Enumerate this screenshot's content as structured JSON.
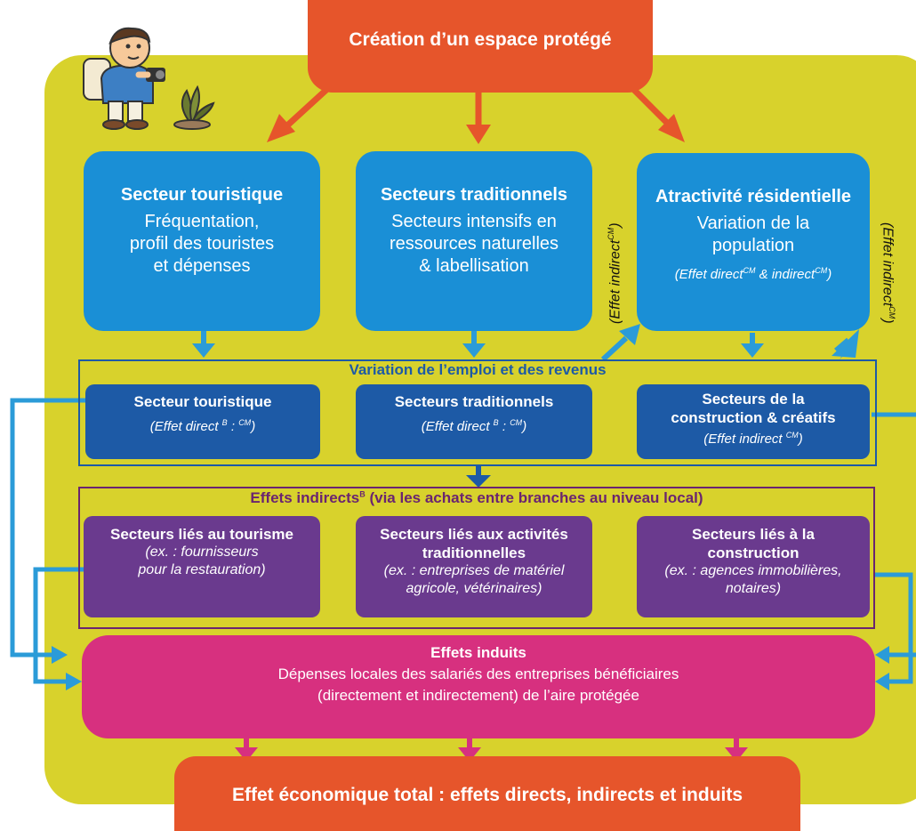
{
  "top": {
    "label": "Création d’un espace protégé"
  },
  "sectors": [
    {
      "title": "Secteur touristique",
      "lines": [
        "Fréquentation,",
        "profil des touristes",
        "et dépenses"
      ]
    },
    {
      "title": "Secteurs traditionnels",
      "lines": [
        "Secteurs intensifs en",
        "ressources naturelles",
        "& labellisation"
      ]
    },
    {
      "title": "Atractivité résidentielle",
      "lines": [
        "Variation de la",
        "population"
      ],
      "effect_a": "(Effet direct",
      "sup_a": "CM",
      "effect_b": " & indirect",
      "sup_b": "CM",
      "effect_c": ")"
    }
  ],
  "side_labels": {
    "left": {
      "text": "(Effet indirect",
      "sup": "CM",
      "close": ")"
    },
    "right": {
      "text": "(Effet indirect",
      "sup": "CM",
      "close": ")"
    }
  },
  "employment": {
    "title": "Variation de l’emploi et des revenus",
    "boxes": [
      {
        "title": "Secteur touristique",
        "eff": "(Effet direct ",
        "sup1": "B",
        "mid": " : ",
        "sup2": "CM",
        "end": ")"
      },
      {
        "title": "Secteurs traditionnels",
        "eff": "(Effet direct ",
        "sup1": "B",
        "mid": " : ",
        "sup2": "CM",
        "end": ")"
      },
      {
        "title1": "Secteurs de la",
        "title2": "construction & créatifs",
        "eff": "(Effet indirect ",
        "sup1": "CM",
        "end": ")"
      }
    ]
  },
  "indirect": {
    "title": "Effets indirects",
    "title_sup": "B",
    "title_rest": " (via les achats entre branches au niveau local)",
    "boxes": [
      {
        "title": [
          "Secteurs liés au tourisme"
        ],
        "example": [
          "(ex. : fournisseurs",
          "pour la restauration)"
        ]
      },
      {
        "title": [
          "Secteurs liés aux activités",
          "traditionnelles"
        ],
        "example": [
          "(ex. : entreprises de matériel",
          "agricole, vétérinaires)"
        ]
      },
      {
        "title": [
          "Secteurs liés à la",
          "construction"
        ],
        "example": [
          "(ex. : agences immobilières,",
          "notaires)"
        ]
      }
    ]
  },
  "induced": {
    "title": "Effets induits",
    "line1": "Dépenses locales des salariés des entreprises bénéficiaires",
    "line2": "(directement et indirectement) de l’aire protégée"
  },
  "bottom": {
    "label": "Effet économique total : effets directs, indirects et induits"
  },
  "colors": {
    "panel": "#d8d22c",
    "orange": "#e6552b",
    "light_blue": "#1a8fd6",
    "dark_blue": "#1d5aa6",
    "purple": "#6a3a8e",
    "magenta": "#d7307f",
    "arrow_blue": "#2b9bd8",
    "arrow_orange": "#e6552b",
    "arrow_pink": "#d7307f"
  },
  "illustration": {
    "icon": "tourist-with-camera-icon",
    "plant": "plant-icon"
  }
}
